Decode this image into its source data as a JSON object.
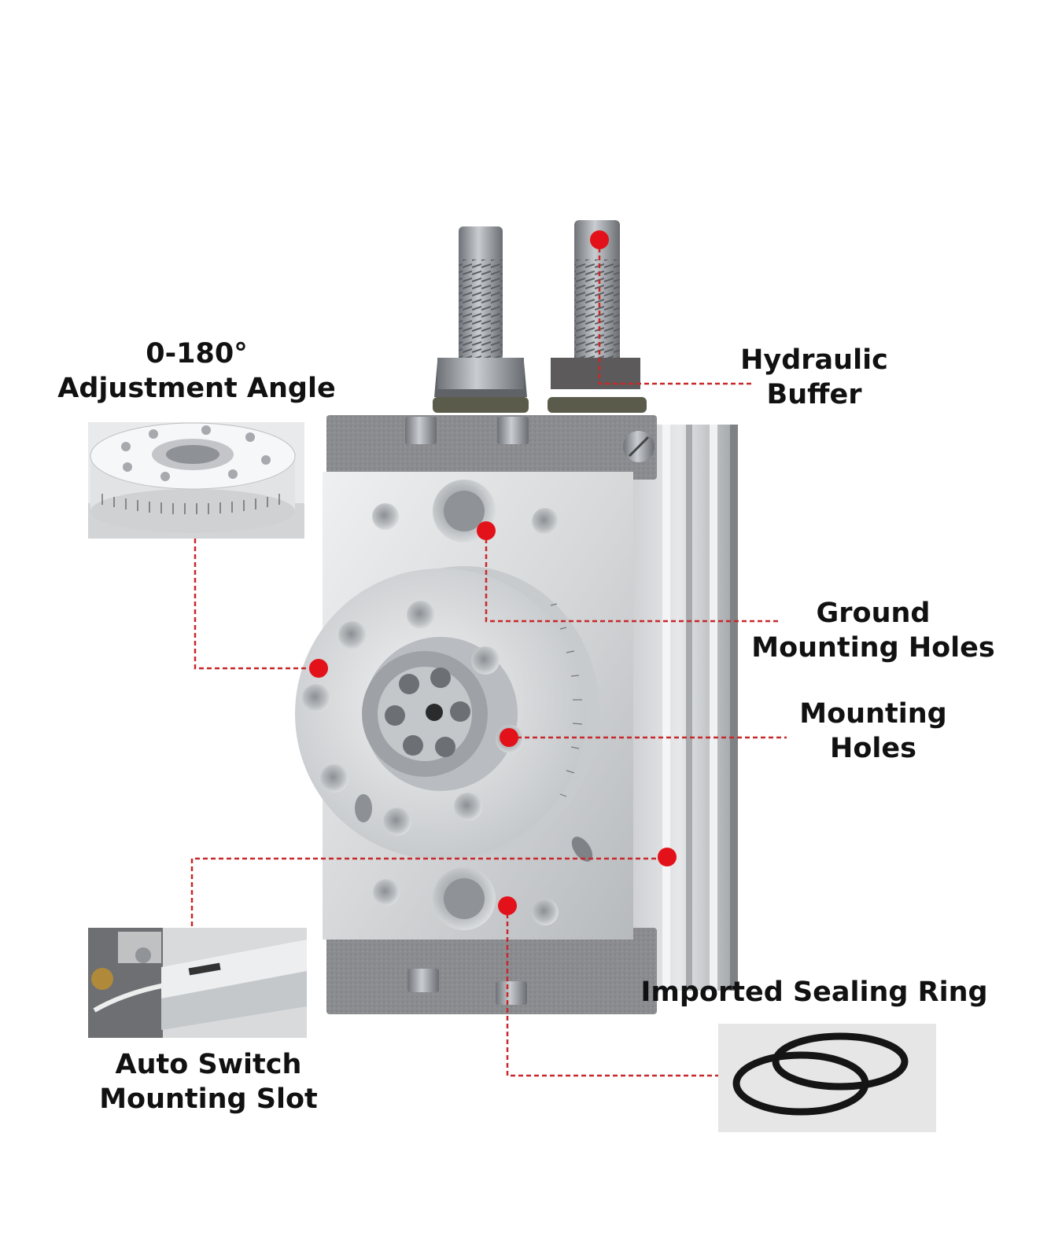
{
  "colors": {
    "callout_line": "#c8282a",
    "callout_dot": "#e3121a",
    "label_text": "#111111",
    "aluminum": "#d9dbdd",
    "cast_body": "#8a8c8f",
    "steel": "#9c9fa3",
    "seal_black": "#151515"
  },
  "labels": {
    "adjustment_angle": [
      "0-180°",
      "Adjustment Angle"
    ],
    "hydraulic_buffer": [
      "Hydraulic",
      "Buffer"
    ],
    "ground_mounting_holes": [
      "Ground",
      "Mounting Holes"
    ],
    "mounting_holes": [
      "Mounting",
      "Holes"
    ],
    "sealing_ring": [
      "Imported Sealing Ring"
    ],
    "auto_switch_slot": [
      "Auto Switch",
      "Mounting Slot"
    ]
  },
  "inset_icons": {
    "adjustment_angle": "rotary-dial-closeup-icon",
    "auto_switch_slot": "auto-switch-slot-closeup-icon",
    "sealing_ring": "o-ring-pair-icon"
  }
}
